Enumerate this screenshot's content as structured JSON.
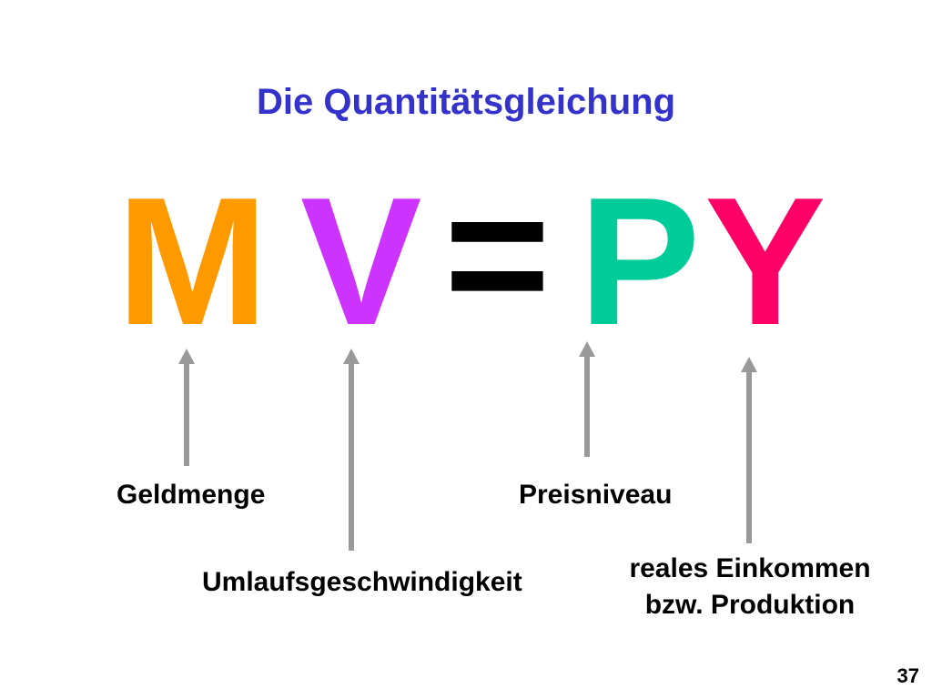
{
  "title": "Die Quantitätsgleichung",
  "equation": {
    "m": "M",
    "v": "V",
    "equals": "=",
    "p": "P",
    "y": "Y"
  },
  "labels": {
    "geldmenge": "Geldmenge",
    "umlaufsgeschwindigkeit": "Umlaufsgeschwindigkeit",
    "preisniveau": "Preisniveau",
    "einkommen_line1": "reales Einkommen",
    "einkommen_line2": "bzw. Produktion"
  },
  "page_number": "37",
  "colors": {
    "title": "#3333cc",
    "m": "#ff9900",
    "v": "#cc33ff",
    "p": "#00cc99",
    "y": "#ff0066",
    "arrow": "#999999"
  }
}
